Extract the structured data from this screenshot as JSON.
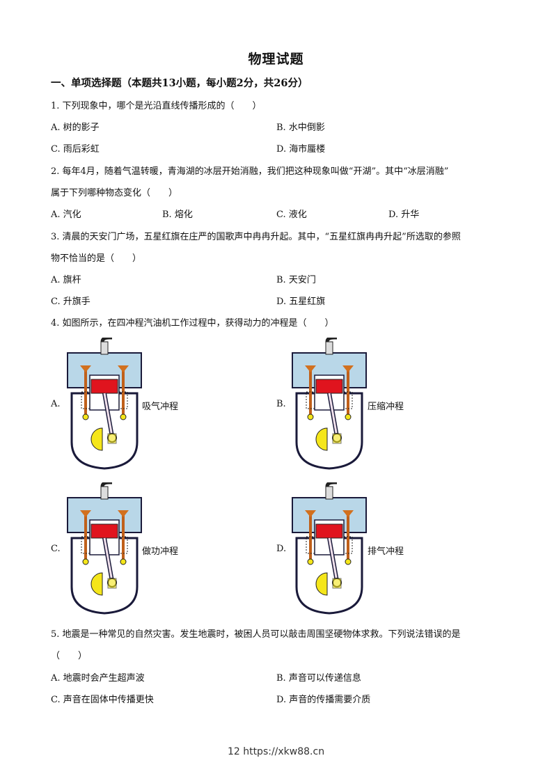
{
  "title": "物理试题",
  "section": "一、单项选择题（本题共13小题，每小题2分，共26分）",
  "questions": [
    {
      "stem": [
        "1. 下列现象中，哪个是光沿直线传播形成的（　　）"
      ],
      "options": [
        "A. 树的影子",
        "B. 水中倒影",
        "C. 雨后彩虹",
        "D. 海市蜃楼"
      ]
    },
    {
      "stem": [
        "2. 每年4月，随着气温转暖，青海湖的冰层开始消融，我们把这种现象叫做“开湖”。其中“冰层消融”",
        "属于下列哪种物态变化（　　）"
      ],
      "options": [
        "A.  汽化",
        "B.  熔化",
        "C.  液化",
        "D.  升华"
      ]
    },
    {
      "stem": [
        "3. 清晨的天安门广场，五星红旗在庄严的国歌声中冉冉升起。其中，“五星红旗冉冉升起”所选取的参照",
        "物不恰当的是（　　）"
      ],
      "options": [
        "A.  旗杆",
        "B.  天安门",
        "C.  升旗手",
        "D.  五星红旗"
      ]
    },
    {
      "stem": [
        "4. 如图所示，在四冲程汽油机工作过程中，获得动力的冲程是（　　）"
      ],
      "options": [
        {
          "letter": "A.",
          "caption": "吸气冲程"
        },
        {
          "letter": "B.",
          "caption": "压缩冲程"
        },
        {
          "letter": "C.",
          "caption": "做功冲程"
        },
        {
          "letter": "D.",
          "caption": "排气冲程"
        }
      ]
    },
    {
      "stem": [
        "5. 地震是一种常见的自然灾害。发生地震时，被困人员可以敲击周围坚硬物体求救。下列说法错误的是",
        "（　　）"
      ],
      "options": [
        "A.  地震时会产生超声波",
        "B.  声音可以传递信息",
        "C.  声音在固体中传播更快",
        "D.  声音的传播需要介质"
      ]
    }
  ],
  "footer": "12 https://xkw88.cn"
}
